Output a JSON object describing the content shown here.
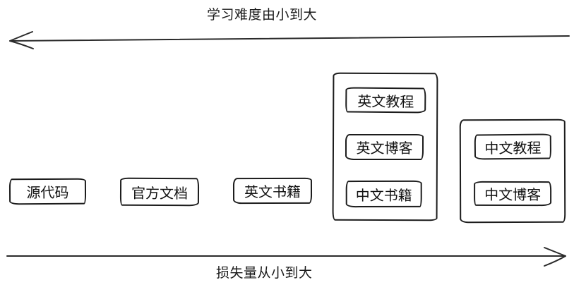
{
  "diagram": {
    "top_axis": {
      "label": "学习难度由小到大",
      "direction": "left"
    },
    "bottom_axis": {
      "label": "损失量从小到大",
      "direction": "right"
    },
    "standalone_items": [
      {
        "label": "源代码"
      },
      {
        "label": "官方文档"
      },
      {
        "label": "英文书籍"
      }
    ],
    "groups": [
      {
        "items": [
          {
            "label": "英文教程"
          },
          {
            "label": "英文博客"
          },
          {
            "label": "中文书籍"
          }
        ]
      },
      {
        "items": [
          {
            "label": "中文教程"
          },
          {
            "label": "中文博客"
          }
        ]
      }
    ],
    "colors": {
      "stroke": "#1c1c1c",
      "text": "#111111",
      "background": "#ffffff"
    }
  }
}
